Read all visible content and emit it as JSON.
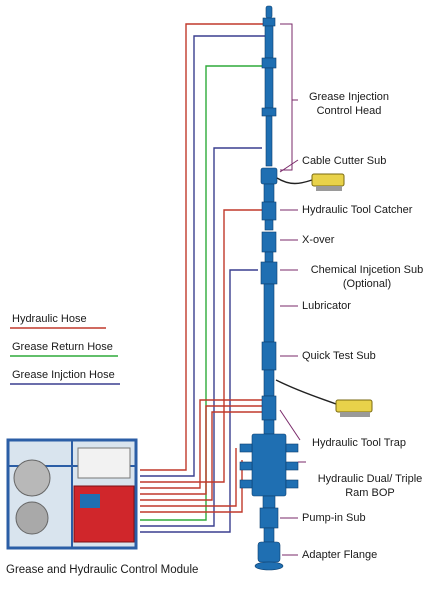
{
  "colors": {
    "hydraulic": "#c0392b",
    "grease_return": "#2eaa3a",
    "grease_injection": "#3a3f8f",
    "equipment": "#1f6fb2",
    "bracket": "#7a2a6a"
  },
  "components": [
    {
      "id": "grease-injection-control-head",
      "line1": "Grease Injection",
      "line2": "Control Head"
    },
    {
      "id": "cable-cutter-sub",
      "line1": "Cable Cutter Sub",
      "line2": ""
    },
    {
      "id": "hydraulic-tool-catcher",
      "line1": "Hydraulic Tool Catcher",
      "line2": ""
    },
    {
      "id": "x-over",
      "line1": "X-over",
      "line2": ""
    },
    {
      "id": "chemical-injection-sub",
      "line1": "Chemical Injcetion Sub",
      "line2": "(Optional)"
    },
    {
      "id": "lubricator",
      "line1": "Lubricator",
      "line2": ""
    },
    {
      "id": "quick-test-sub",
      "line1": "Quick Test Sub",
      "line2": ""
    },
    {
      "id": "hydraulic-tool-trap",
      "line1": "Hydraulic Tool Trap",
      "line2": ""
    },
    {
      "id": "hydraulic-ram-bop",
      "line1": "Hydraulic Dual/ Triple",
      "line2": "Ram BOP"
    },
    {
      "id": "pump-in-sub",
      "line1": "Pump-in Sub",
      "line2": ""
    },
    {
      "id": "adapter-flange",
      "line1": "Adapter Flange",
      "line2": ""
    }
  ],
  "legend": [
    {
      "label": "Hydraulic Hose",
      "color_key": "hydraulic"
    },
    {
      "label": "Grease Return Hose",
      "color_key": "grease_return"
    },
    {
      "label": "Grease Injction Hose",
      "color_key": "grease_injection"
    }
  ],
  "module_caption": "Grease and Hydraulic Control Module"
}
